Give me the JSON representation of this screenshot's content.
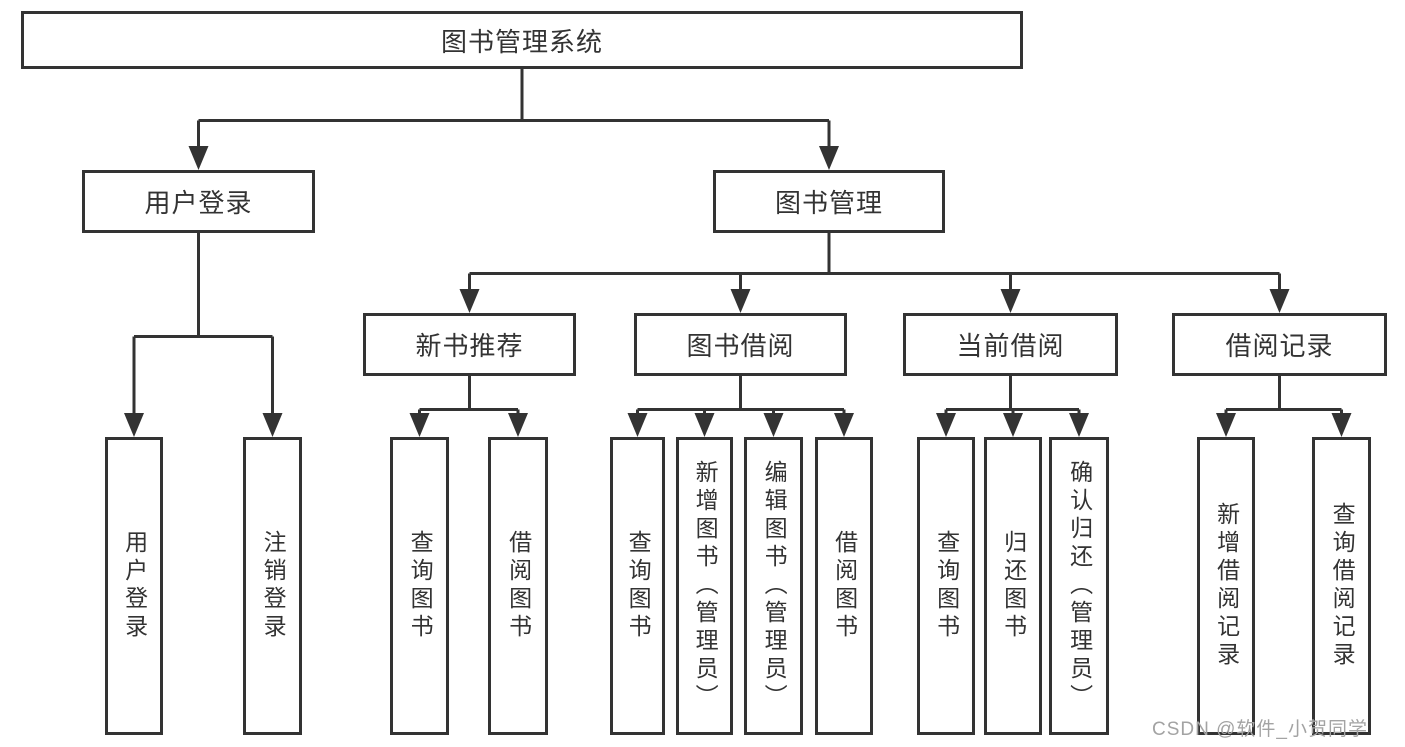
{
  "diagram": {
    "type": "hierarchy-tree",
    "tree": {
      "label": "图书管理系统",
      "children": [
        {
          "label": "用户登录",
          "children": [
            {
              "label": "用户登录"
            },
            {
              "label": "注销登录"
            }
          ]
        },
        {
          "label": "图书管理",
          "children": [
            {
              "label": "新书推荐",
              "children": [
                {
                  "label": "查询图书"
                },
                {
                  "label": "借阅图书"
                }
              ]
            },
            {
              "label": "图书借阅",
              "children": [
                {
                  "label": "查询图书"
                },
                {
                  "label": "新增图书（管理员）"
                },
                {
                  "label": "编辑图书（管理员）"
                },
                {
                  "label": "借阅图书"
                }
              ]
            },
            {
              "label": "当前借阅",
              "children": [
                {
                  "label": "查询图书"
                },
                {
                  "label": "归还图书"
                },
                {
                  "label": "确认归还（管理员）"
                }
              ]
            },
            {
              "label": "借阅记录",
              "children": [
                {
                  "label": "新增借阅记录"
                },
                {
                  "label": "查询借阅记录"
                }
              ]
            }
          ]
        }
      ]
    },
    "colors": {
      "line": "#333333",
      "text": "#333333",
      "box_background": "#ffffff",
      "page_background": "#ffffff",
      "watermark": "#a3a3a3"
    }
  },
  "watermark": {
    "text": "CSDN @软件_小贺同学"
  }
}
